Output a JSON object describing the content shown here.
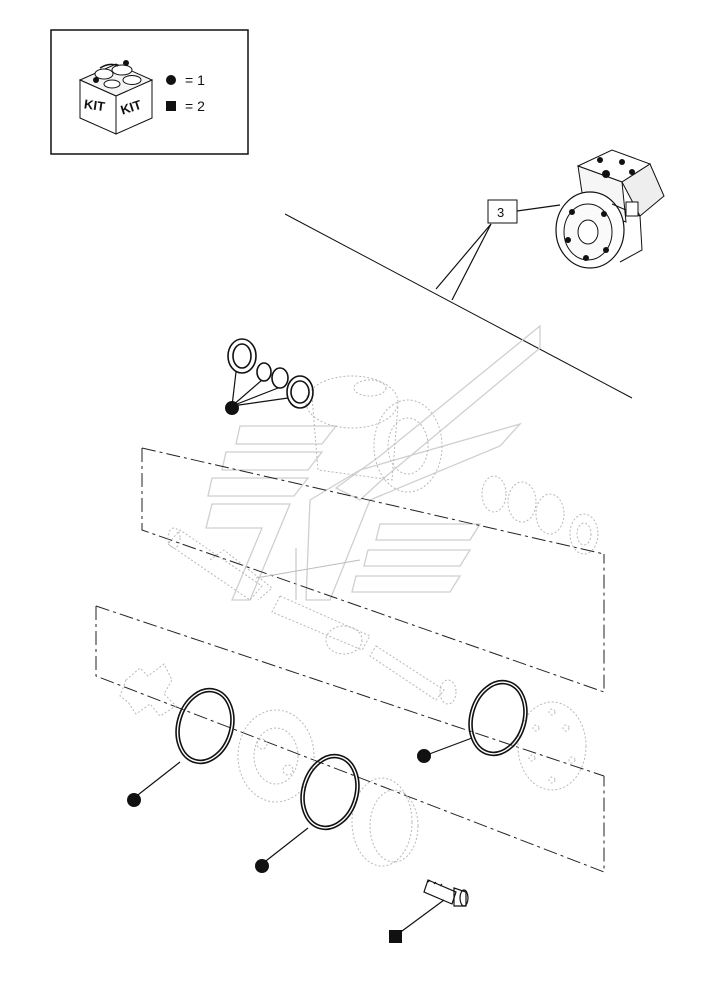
{
  "legend": {
    "kit_label_left": "KIT",
    "kit_label_right": "KIT",
    "circle_value": "= 1",
    "square_value": "= 2",
    "circle_symbol": "filled-circle",
    "square_symbol": "filled-square"
  },
  "callout": {
    "number": "3"
  },
  "colors": {
    "ink": "#111111",
    "ghost_parts": "#b8b8b8",
    "watermark": "#cfcfcf"
  }
}
